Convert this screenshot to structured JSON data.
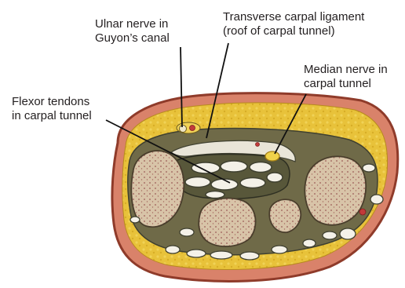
{
  "diagram": {
    "labels": {
      "ulnar_nerve": [
        "Ulnar nerve in",
        "Guyon’s canal"
      ],
      "transverse_carpal_ligament": [
        "Transverse carpal ligament",
        "(roof of carpal tunnel)"
      ],
      "median_nerve": [
        "Median nerve in",
        "carpal tunnel"
      ],
      "flexor_tendons": [
        "Flexor tendons",
        "in carpal tunnel"
      ]
    },
    "colors": {
      "skin": "#d9826a",
      "skin_edge": "#8f3b2a",
      "fat": "#e8c23a",
      "bone": "#d8c4a8",
      "bone_spot": "#9a5a55",
      "tendon": "#f4f1e8",
      "tendon_edge": "#3f4030",
      "connective": "#6f6a48",
      "nerve": "#f0d24a",
      "vessel": "#c23a3a",
      "leader": "#111111"
    }
  }
}
